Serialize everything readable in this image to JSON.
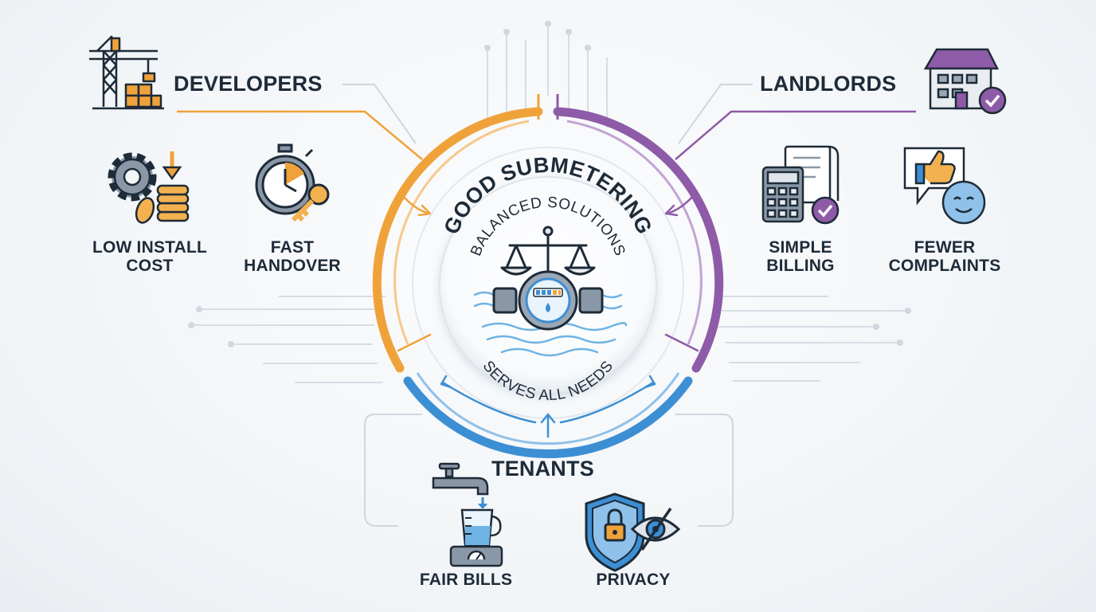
{
  "center": {
    "title": "GOOD SUBMETERING",
    "subtitle_top": "BALANCED SOLUTIONS",
    "subtitle_bottom": "SERVES ALL NEEDS"
  },
  "groups": {
    "developers": {
      "title": "DEVELOPERS",
      "color": "#f0a23a",
      "icon": "construction-crane-icon",
      "items": [
        {
          "label": "LOW INSTALL\nCOST",
          "icon": "gear-coins-icon"
        },
        {
          "label": "FAST\nHANDOVER",
          "icon": "stopwatch-key-icon"
        }
      ]
    },
    "landlords": {
      "title": "LANDLORDS",
      "color": "#8e5ba8",
      "icon": "house-check-icon",
      "items": [
        {
          "label": "SIMPLE\nBILLING",
          "icon": "calculator-invoice-icon"
        },
        {
          "label": "FEWER\nCOMPLAINTS",
          "icon": "thumbs-up-smiley-icon"
        }
      ]
    },
    "tenants": {
      "title": "TENANTS",
      "color": "#3d8fd4",
      "icon": "none",
      "items": [
        {
          "label": "FAIR BILLS",
          "icon": "faucet-measuring-cup-icon"
        },
        {
          "label": "PRIVACY",
          "icon": "shield-lock-eye-icon"
        }
      ]
    }
  }
}
